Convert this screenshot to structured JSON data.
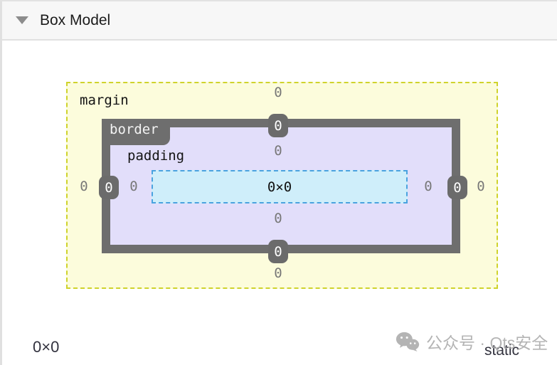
{
  "header": {
    "title": "Box Model",
    "collapse_icon": "triangle-down-icon"
  },
  "box_model": {
    "margin_label": "margin",
    "border_label": "border",
    "padding_label": "padding",
    "content_value": "0×0",
    "values": {
      "margin_top": "0",
      "margin_right": "0",
      "margin_bottom": "0",
      "margin_left": "0",
      "border_top": "0",
      "border_right": "0",
      "border_bottom": "0",
      "border_left": "0",
      "padding_top": "0",
      "padding_right": "0",
      "padding_bottom": "0",
      "padding_left": "0"
    },
    "colors": {
      "margin_bg": "#fcfcdc",
      "margin_border": "#cfd32c",
      "border_color": "#6e6e6e",
      "padding_bg": "#e2defa",
      "content_bg": "#cfeefa",
      "content_border": "#4aa3df",
      "value_text": "#787878",
      "badge_bg": "#6b6b6b"
    }
  },
  "footer": {
    "dimensions": "0×0",
    "position": "static"
  },
  "watermark": {
    "text": "公众号 · Qts安全",
    "icon": "wechat-icon"
  }
}
